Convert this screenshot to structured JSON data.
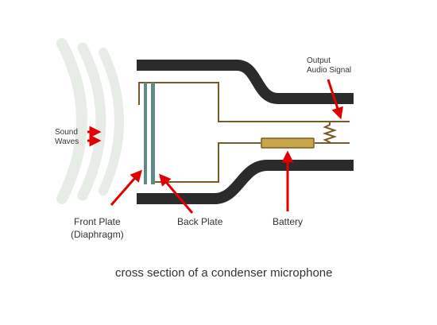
{
  "labels": {
    "output_line1": "Output",
    "output_line2": "Audio Signal",
    "sound_line1": "Sound",
    "sound_line2": "Waves",
    "front_plate_line1": "Front Plate",
    "front_plate_line2": "(Diaphragm)",
    "back_plate": "Back Plate",
    "battery": "Battery"
  },
  "caption": "cross section of a condenser microphone",
  "colors": {
    "housing": "#2b2b2b",
    "wire": "#7a5a24",
    "plates": "#5f8a86",
    "battery": "#c9a64a",
    "arrow": "#e00000",
    "sound_waves": "#e7ece7",
    "label_text": "#333333"
  }
}
